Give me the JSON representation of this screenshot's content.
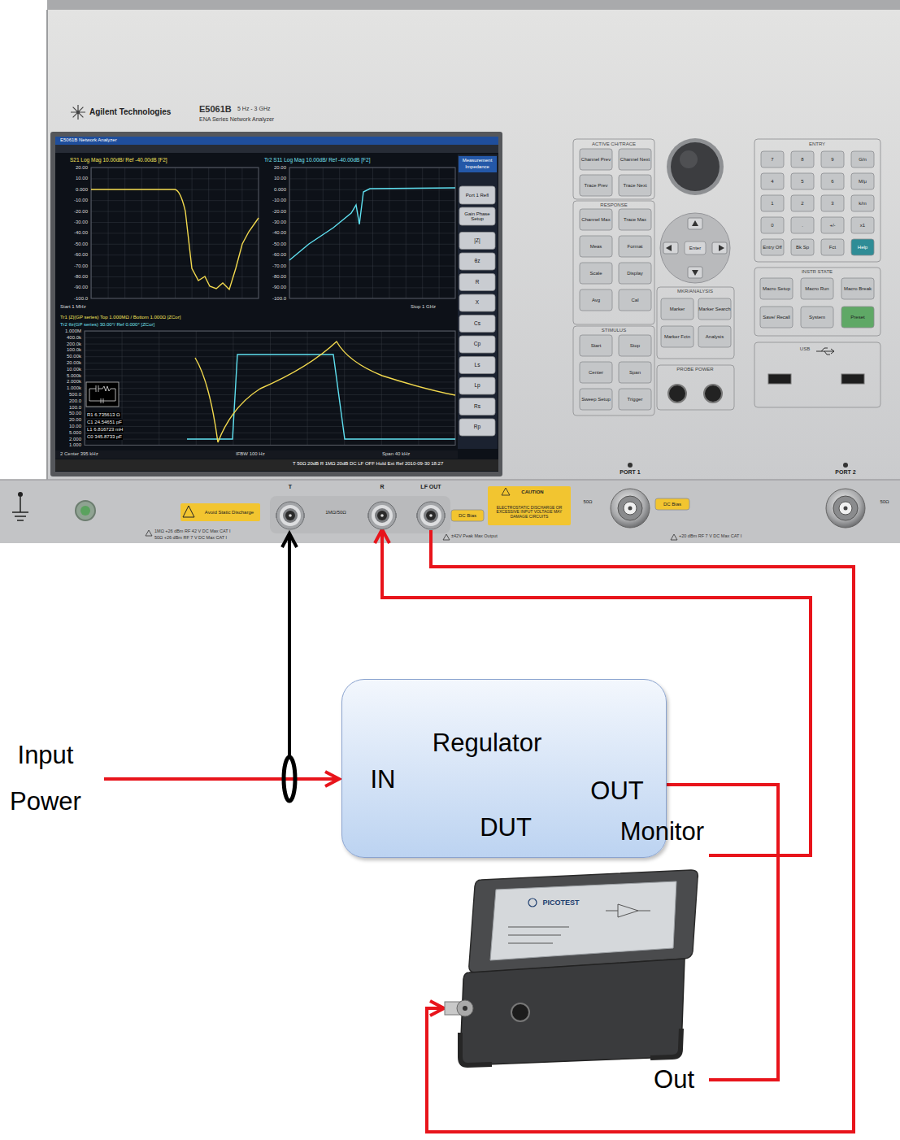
{
  "diagram": {
    "nodes": [
      {
        "text": [
          "T"
        ]
      },
      {
        "text": [
          "R"
        ]
      },
      {
        "text": [
          "LF OUT"
        ]
      },
      {
        "text": [
          "Regulator",
          "IN",
          "OUT",
          "DUT"
        ]
      },
      {
        "text": [
          "Monitor",
          "PICOTEST",
          "Out"
        ]
      }
    ],
    "edges": [
      {
        "from": 4,
        "to": 1,
        "arrow": "to"
      },
      {
        "from": 2,
        "to": 4,
        "arrow": "to"
      },
      {
        "from": 3,
        "to": 4,
        "arrow": "none"
      }
    ],
    "labels": [
      "Agilent Technologies",
      "E5061B",
      "5 Hz - 3 GHz",
      "ENA Series Network Analyzer",
      "E5061B Network Analyzer",
      "S21 Log Mag 10.00dB/ Ref -40.00dB [F2]",
      "Tr2 S11 Log Mag 10.00dB/ Ref -40.00dB [F2]",
      "20.00",
      "10.00",
      "0.000",
      "-10.00",
      "-20.00",
      "-30.00",
      "-40.00",
      "-50.00",
      "-60.00",
      "-70.00",
      "-80.00",
      "-90.00",
      "-100.0",
      "20.00",
      "10.00",
      "0.000",
      "-10.00",
      "-20.00",
      "-30.00",
      "-40.00",
      "-50.00",
      "-60.00",
      "-70.00",
      "-80.00",
      "-90.00",
      "-100.0",
      "Start 1 MHz",
      "Stop 1 GHz",
      "Tr1 |Z|(GP series) Top 1.000MΩ / Bottom 1.000Ω [ZCor]",
      "Tr2 θz(GP series) 30.00°/ Ref 0.000° [ZCor]",
      "1.000M",
      "400.0k",
      "200.0k",
      "100.0k",
      "50.00k",
      "20.00k",
      "10.00k",
      "5.000k",
      "2.000k",
      "1.000k",
      "500.0",
      "200.0",
      "100.0",
      "50.00",
      "20.00",
      "10.00",
      "5.000",
      "2.000",
      "1.000",
      "R1 6.735613 Ω",
      "C1 24.54651 pF",
      "L1 6.816723 mH",
      "C0 345.8733 pF",
      "2 Center 395 kHz",
      "IFBW 100 Hz",
      "Span 40 kHz",
      "T 50Ω 20dB R 1MΩ 20dB DC LF OFF Hold Ext Ref 2010-09-30 18:27",
      "Measurement",
      "Impedance",
      "Port 1 Refl",
      "Gain Phase Setup",
      "|Z|",
      "θz",
      "R",
      "X",
      "Cs",
      "Cp",
      "Ls",
      "Lp",
      "Rs",
      "Rp",
      "ACTIVE CH/TRACE",
      "Channel Prev",
      "Channel Next",
      "Trace Prev",
      "Trace Next",
      "RESPONSE",
      "Channel Max",
      "Trace Max",
      "Meas",
      "Format",
      "Scale",
      "Display",
      "Avg",
      "Cal",
      "STIMULUS",
      "Start",
      "Stop",
      "Center",
      "Span",
      "Sweep Setup",
      "Trigger",
      "MKR/ANALYSIS",
      "Marker",
      "Marker Search",
      "Marker Fctn",
      "Analysis",
      "PROBE POWER",
      "Enter",
      "ENTRY",
      "7",
      "8",
      "9",
      "G/n",
      "4",
      "5",
      "6",
      "M/μ",
      "1",
      "2",
      "3",
      "k/m",
      "0",
      ".",
      "+/-",
      "x1",
      "Entry Off",
      "Bk Sp",
      "Fct",
      "Help",
      "INSTR STATE",
      "Macro Setup",
      "Macro Run",
      "Macro Break",
      "Save/ Recall",
      "System",
      "Preset",
      "USB",
      "Avoid Static Discharge",
      "1MΩ/50Ω",
      "DC Bias",
      "CAUTION",
      "ELECTROSTATIC DISCHARGE OR EXCESSIVE INPUT VOLTAGE MAY DAMAGE CIRCUITS",
      "50Ω",
      "PORT 1",
      "DC Bias",
      "PORT 2",
      "50Ω",
      "1MΩ +26 dBm RF 42 V DC Max CAT I",
      "50Ω +26 dBm RF 7 V DC Max CAT I",
      "±42V Peak Max Output",
      "+20 dBm RF 7 V DC Max CAT I",
      "Input Power"
    ]
  }
}
